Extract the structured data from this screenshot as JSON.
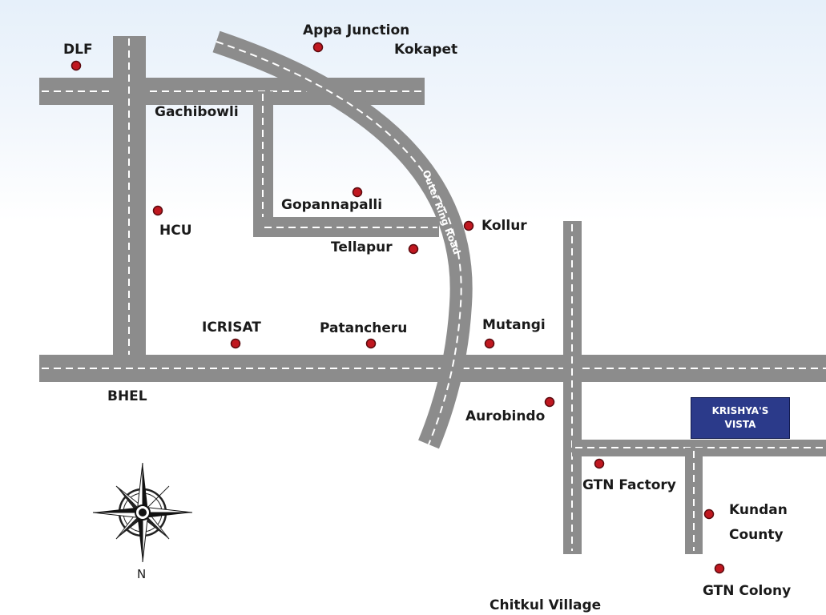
{
  "map": {
    "colors": {
      "road": "#8c8c8c",
      "road_dash": "#ffffff",
      "marker_fill": "#c01820",
      "marker_stroke": "#5a0a0e",
      "site_box": "#2b3a8a",
      "sky_top": "#e6f0fa"
    },
    "road_labels": {
      "outer_ring_road": "Outer Ring Road"
    },
    "locations": {
      "appa_junction": "Appa Junction",
      "kokapet": "Kokapet",
      "dlf": "DLF",
      "gachibowli": "Gachibowli",
      "gopannapalli": "Gopannapalli",
      "hcu": "HCU",
      "kollur": "Kollur",
      "tellapur": "Tellapur",
      "icrisat": "ICRISAT",
      "patancheru": "Patancheru",
      "mutangi": "Mutangi",
      "bhel": "BHEL",
      "aurobindo": "Aurobindo",
      "gtn_factory": "GTN Factory",
      "kundan_county_line1": "Kundan",
      "kundan_county_line2": "County",
      "gtn_colony": "GTN Colony",
      "chitkul_village": "Chitkul Village"
    },
    "project": {
      "line1": "KRISHYA'S",
      "line2": "VISTA"
    },
    "compass": {
      "north_label": "N",
      "icon": "compass-rose-icon"
    }
  }
}
